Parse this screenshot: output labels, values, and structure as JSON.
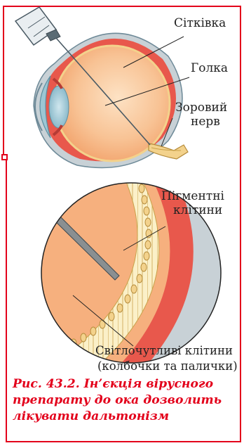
{
  "labels": {
    "retina": "Сітківка",
    "needle": "Голка",
    "optic_nerve_line1": "Зоровий",
    "optic_nerve_line2": "нерв",
    "pigment_line1": "Пігментні",
    "pigment_line2": "клітини",
    "photo_line1": "Світлочутливі клітини",
    "photo_line2": "(колбочки та палички)"
  },
  "caption": {
    "line1": "Рис. 43.2. Ін’єкція вірусного",
    "line2": "препарату до ока дозволить",
    "line3": "лікувати дальтонізм"
  },
  "colors": {
    "accent_red": "#e3001b",
    "eye_orange": "#f6b07e",
    "eye_light": "#fde6cc",
    "retina_red": "#e8584c",
    "lens_blue": "#9cc6d4",
    "sclera_gray": "#c8d1d6",
    "nerve_yellow": "#f3d28c"
  }
}
